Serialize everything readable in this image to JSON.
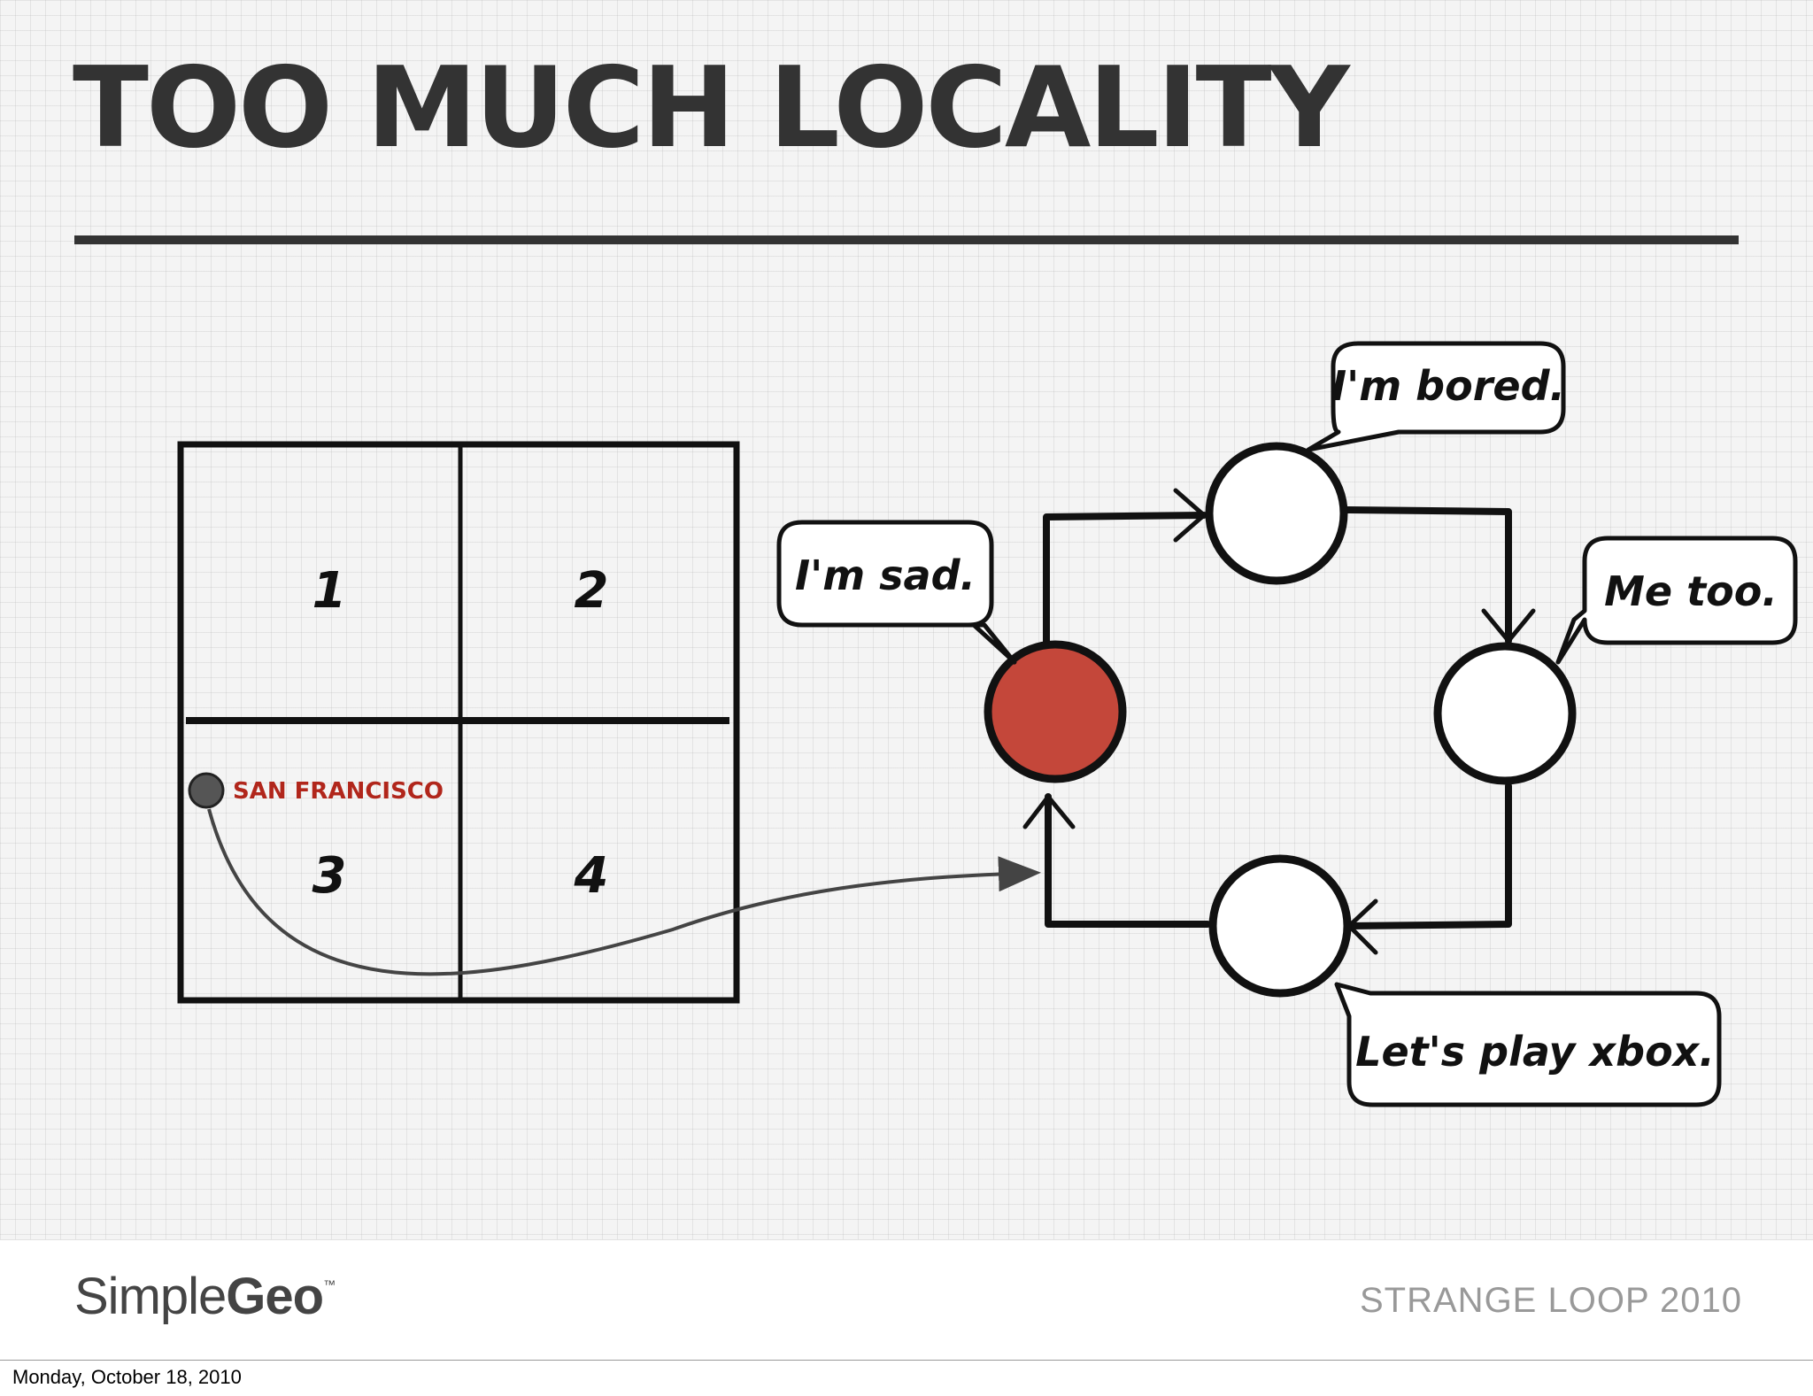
{
  "slide": {
    "title": "TOO MUCH LOCALITY"
  },
  "grid": {
    "cells": [
      "1",
      "2",
      "3",
      "4"
    ],
    "marker_label": "SAN FRANCISCO"
  },
  "graph": {
    "active_node_color": "#c4473a",
    "bubbles": [
      "I'm bored.",
      "I'm sad.",
      "Me too.",
      "Let's play xbox."
    ]
  },
  "footer": {
    "brand_light": "Simple",
    "brand_bold": "Geo",
    "brand_tm": "™",
    "event": "STRANGE LOOP 2010"
  },
  "status_bar": {
    "date": "Monday, October 18, 2010"
  },
  "colors": {
    "title": "#333333",
    "accent_red": "#b1261b",
    "ink": "#111111"
  }
}
